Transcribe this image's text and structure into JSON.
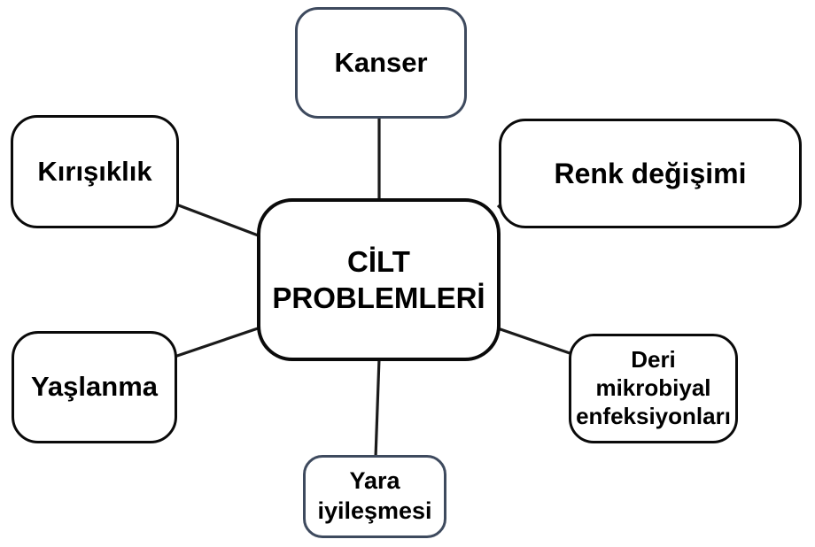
{
  "diagram": {
    "type": "concept-map",
    "center_node": {
      "id": "cilt-problemleri",
      "label": "CİLT\nPROBLEMLERİ"
    },
    "nodes": [
      {
        "id": "kanser",
        "label": "Kanser",
        "border_color": "#3e4a5e"
      },
      {
        "id": "kirisiklik",
        "label": "Kırışıklık",
        "border_color": "#0a0a0a"
      },
      {
        "id": "renk-degisimi",
        "label": "Renk değişimi",
        "border_color": "#0a0a0a"
      },
      {
        "id": "yaslanma",
        "label": "Yaşlanma",
        "border_color": "#0a0a0a"
      },
      {
        "id": "deri-mikrobiyal-enfeksiyonlari",
        "label": "Deri\nmikrobiyal\nenfeksiyonları",
        "border_color": "#0a0a0a"
      },
      {
        "id": "yara-iyilesmesi",
        "label": "Yara\niyileşmesi",
        "border_color": "#3e4a5e"
      }
    ],
    "colors": {
      "background": "#ffffff",
      "node_fill": "#ffffff",
      "node_border_black": "#0a0a0a",
      "node_border_slate": "#3e4a5e",
      "connector": "#1a1a1a",
      "text": "#000000"
    }
  }
}
